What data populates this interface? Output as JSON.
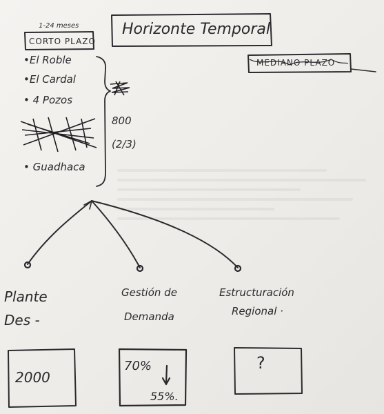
{
  "header": {
    "period_note": "1-24 meses",
    "short_term": "CORTO PLAZO",
    "title": "Horizonte Temporal",
    "medium_term": "MEDIANO PLAZO"
  },
  "short_term_list": {
    "items": [
      "•El Roble",
      "•El Cardal",
      "• 4 Pozos",
      "• Guadhaca"
    ],
    "annotation_800": "800",
    "annotation_fraction": "(2/3)"
  },
  "branches": [
    {
      "label_line1": "Plante",
      "label_line2": "Des -",
      "box_text": "2000"
    },
    {
      "label_line1": "Gestión de",
      "label_line2": "Demanda",
      "box_top": "70%",
      "box_bottom": "55%."
    },
    {
      "label_line1": "Estructuración",
      "label_line2": "Regional ·",
      "box_text": "?"
    }
  ],
  "colors": {
    "ink": "#2a2a2e",
    "paper": "#f1efec"
  }
}
